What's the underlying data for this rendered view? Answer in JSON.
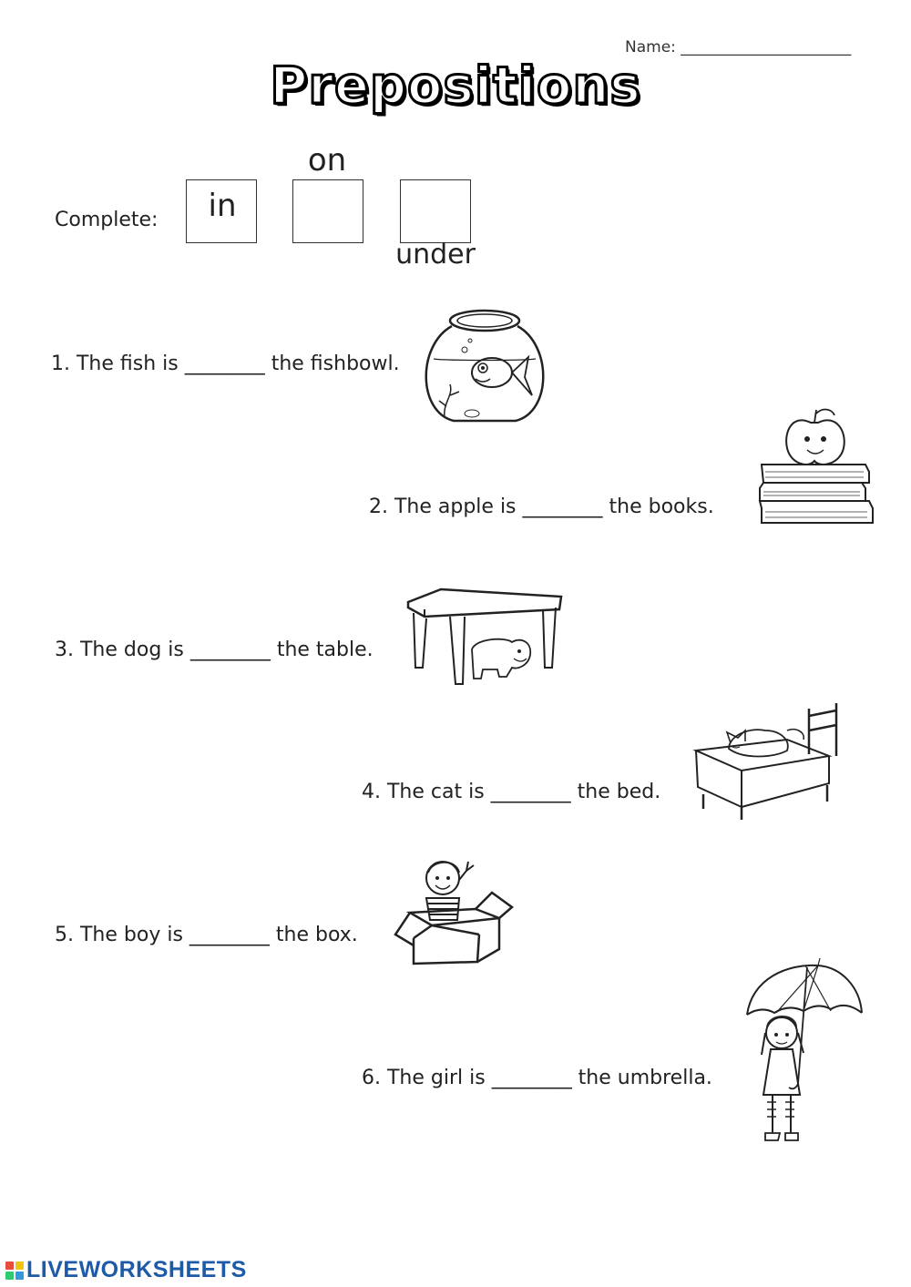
{
  "header": {
    "name_label": "Name: ______________________",
    "title": "Prepositions"
  },
  "complete": {
    "label": "Complete:",
    "boxes": [
      {
        "word": "in",
        "position": "inside"
      },
      {
        "word": "on",
        "position": "above"
      },
      {
        "word": "under",
        "position": "below"
      }
    ]
  },
  "exercises": [
    {
      "text": "1. The fish is ________ the fishbowl.",
      "image": "fishbowl-icon"
    },
    {
      "text": "2. The apple is ________ the books.",
      "image": "apple-on-books-icon"
    },
    {
      "text": "3. The dog is ________ the table.",
      "image": "dog-under-table-icon"
    },
    {
      "text": "4. The cat is ________ the bed.",
      "image": "cat-on-bed-icon"
    },
    {
      "text": "5. The boy is ________ the box.",
      "image": "boy-in-box-icon"
    },
    {
      "text": "6. The girl is ________ the umbrella.",
      "image": "girl-under-umbrella-icon"
    }
  ],
  "footer": {
    "brand": "LIVEWORKSHEETS",
    "logo_colors": [
      "#e74c3c",
      "#f1c40f",
      "#2ecc71",
      "#3498db"
    ]
  }
}
